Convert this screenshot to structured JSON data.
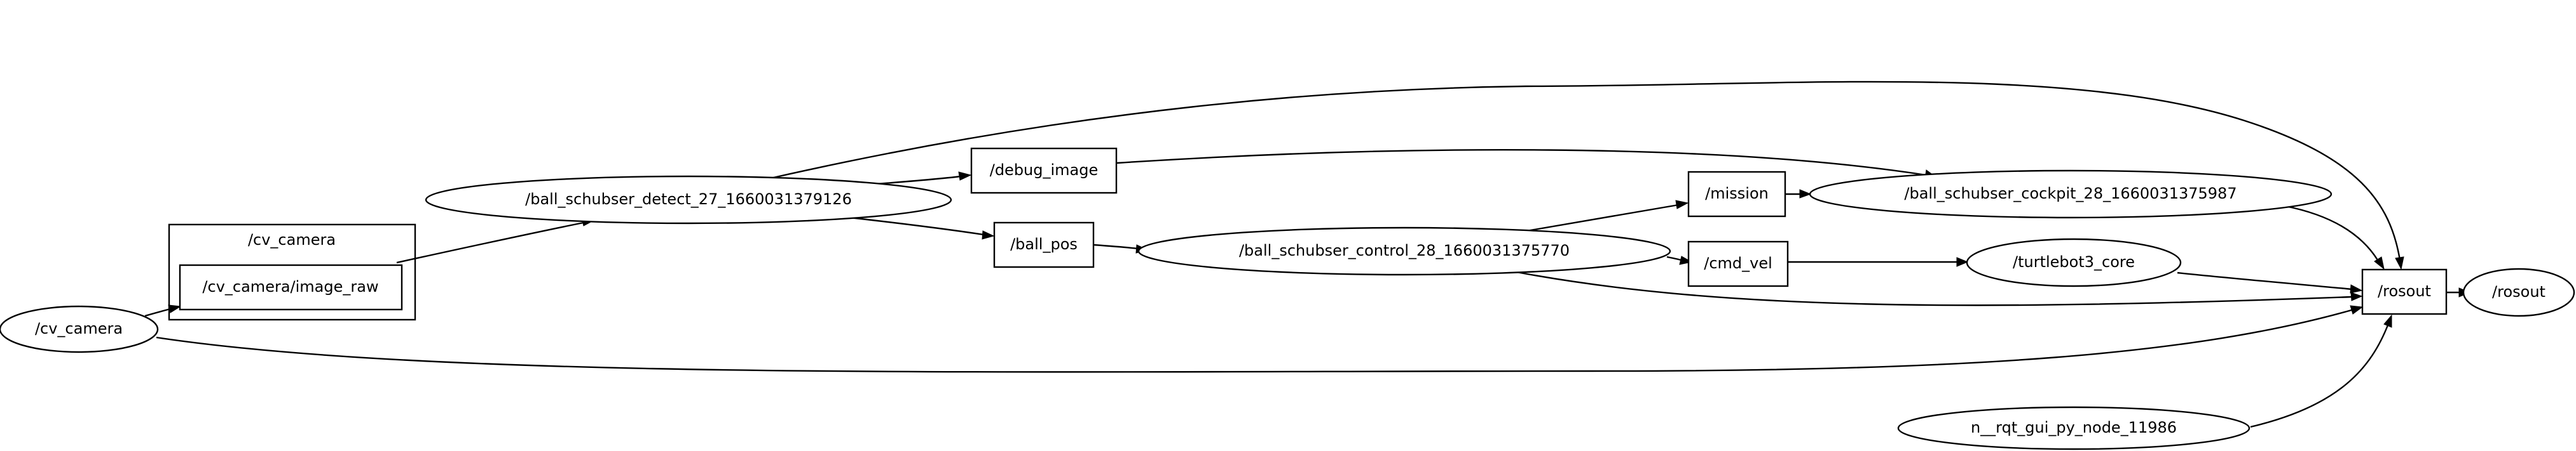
{
  "graph": {
    "cluster_label": "/cv_camera",
    "nodes": {
      "cv_camera": "/cv_camera",
      "image_raw": "/cv_camera/image_raw",
      "detect": "/ball_schubser_detect_27_1660031379126",
      "debug_image": "/debug_image",
      "ball_pos": "/ball_pos",
      "control": "/ball_schubser_control_28_1660031375770",
      "mission": "/mission",
      "cmd_vel": "/cmd_vel",
      "cockpit": "/ball_schubser_cockpit_28_1660031375987",
      "turtlebot3_core": "/turtlebot3_core",
      "rosout_topic": "/rosout",
      "rosout_node": "/rosout",
      "rqt_gui": "n__rqt_gui_py_node_11986"
    }
  }
}
